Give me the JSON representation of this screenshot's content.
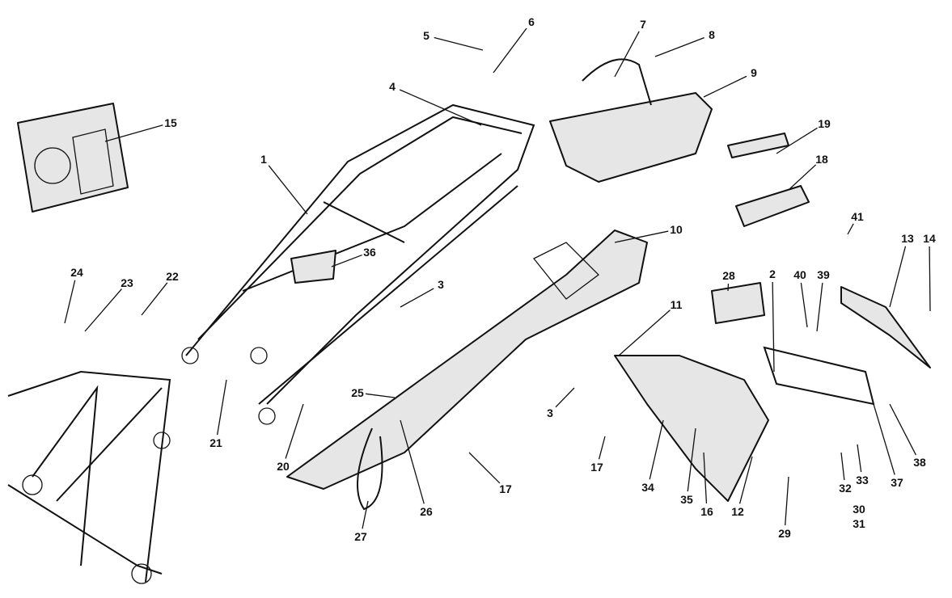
{
  "diagram": {
    "type": "exploded-parts-view",
    "labels": [
      "5",
      "6",
      "7",
      "8",
      "9",
      "4",
      "15",
      "1",
      "19",
      "18",
      "41",
      "13",
      "14",
      "10",
      "36",
      "24",
      "23",
      "22",
      "28",
      "2",
      "40",
      "39",
      "3",
      "11",
      "25",
      "3",
      "21",
      "20",
      "17",
      "34",
      "35",
      "16",
      "12",
      "29",
      "32",
      "33",
      "30",
      "31",
      "37",
      "38",
      "26",
      "27",
      "17"
    ]
  }
}
